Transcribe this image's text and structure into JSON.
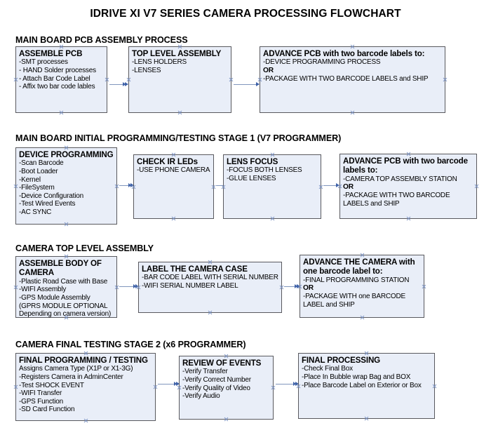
{
  "title": "IDRIVE XI V7 SERIES CAMERA PROCESSING FLOWCHART",
  "sections": [
    {
      "heading": "MAIN BOARD PCB ASSEMBLY PROCESS",
      "nodes": [
        {
          "header": "ASSEMBLE PCB",
          "lines": [
            {
              "text": "-SMT processes",
              "bold": false
            },
            {
              "text": "- HAND Solder processes",
              "bold": false
            },
            {
              "text": "- Attach Bar Code Label",
              "bold": false
            },
            {
              "text": "- Affix two bar code lables",
              "bold": false
            }
          ]
        },
        {
          "header": "TOP LEVEL ASSEMBLY",
          "lines": [
            {
              "text": "-LENS HOLDERS",
              "bold": false
            },
            {
              "text": "-LENSES",
              "bold": false
            }
          ]
        },
        {
          "header": "ADVANCE PCB with two barcode labels to:",
          "lines": [
            {
              "text": "-DEVICE PROGRAMMING PROCESS",
              "bold": false
            },
            {
              "text": "OR",
              "bold": true
            },
            {
              "text": "-PACKAGE WITH TWO BARCODE LABELS and SHIP",
              "bold": false
            }
          ]
        }
      ]
    },
    {
      "heading": "MAIN BOARD INITIAL PROGRAMMING/TESTING STAGE 1 (V7 PROGRAMMER)",
      "nodes": [
        {
          "header": "DEVICE PROGRAMMING",
          "lines": [
            {
              "text": "-Scan Barcode",
              "bold": false
            },
            {
              "text": "-Boot Loader",
              "bold": false
            },
            {
              "text": "-Kernel",
              "bold": false
            },
            {
              "text": "-FileSystem",
              "bold": false
            },
            {
              "text": "-Device Configuration",
              "bold": false
            },
            {
              "text": "-Test Wired Events",
              "bold": false
            },
            {
              "text": "-AC SYNC",
              "bold": false
            }
          ]
        },
        {
          "header": "CHECK IR LEDs",
          "lines": [
            {
              "text": "-USE PHONE CAMERA",
              "bold": false
            }
          ]
        },
        {
          "header": "LENS FOCUS",
          "lines": [
            {
              "text": "-FOCUS BOTH LENSES",
              "bold": false
            },
            {
              "text": "-GLUE LENSES",
              "bold": false
            }
          ]
        },
        {
          "header": "ADVANCE PCB with two barcode labels to:",
          "lines": [
            {
              "text": "-CAMERA TOP ASSEMBLY STATION",
              "bold": false
            },
            {
              "text": "OR",
              "bold": true
            },
            {
              "text": "-PACKAGE WITH TWO BARCODE LABELS and SHIP",
              "bold": false
            }
          ]
        }
      ]
    },
    {
      "heading": "CAMERA TOP LEVEL ASSEMBLY",
      "nodes": [
        {
          "header": "ASSEMBLE BODY OF CAMERA",
          "lines": [
            {
              "text": "-Plastic Road Case with Base",
              "bold": false
            },
            {
              "text": "-WIFI Assembly",
              "bold": false
            },
            {
              "text": "-GPS Module Assembly",
              "bold": false
            },
            {
              "text": "(GPRS MODULE OPTIONAL",
              "bold": false
            },
            {
              "text": "Depending on camera version)",
              "bold": false
            }
          ]
        },
        {
          "header": "LABEL THE CAMERA CASE",
          "lines": [
            {
              "text": "-BAR CODE LABEL WITH SERIAL NUMBER",
              "bold": false
            },
            {
              "text": "-WIFI SERIAL NUMBER LABEL",
              "bold": false
            }
          ]
        },
        {
          "header": "ADVANCE THE CAMERA with one barcode label to:",
          "lines": [
            {
              "text": "-FINAL PROGRAMMING STATION",
              "bold": false
            },
            {
              "text": "OR",
              "bold": true
            },
            {
              "text": "-PACKAGE WITH one BARCODE LABEL and SHIP",
              "bold": false
            }
          ]
        }
      ]
    },
    {
      "heading": "CAMERA FINAL TESTING STAGE 2 (x6 PROGRAMMER)",
      "nodes": [
        {
          "header": "FINAL PROGRAMMING / TESTING",
          "lines": [
            {
              "text": "Assigns Camera Type (X1P or X1-3G)",
              "bold": false
            },
            {
              "text": "-Registers Camera in AdminCenter",
              "bold": false
            },
            {
              "text": "-Test SHOCK EVENT",
              "bold": false
            },
            {
              "text": "-WIFI Transfer",
              "bold": false
            },
            {
              "text": "-GPS Function",
              "bold": false
            },
            {
              "text": "-SD Card Function",
              "bold": false
            }
          ]
        },
        {
          "header": "REVIEW OF EVENTS",
          "lines": [
            {
              "text": "-Verify Transfer",
              "bold": false
            },
            {
              "text": "-Verify Correct Number",
              "bold": false
            },
            {
              "text": "-Verify Quality of Video",
              "bold": false
            },
            {
              "text": "-Verify Audio",
              "bold": false
            }
          ]
        },
        {
          "header": "FINAL PROCESSING",
          "lines": [
            {
              "text": " -Check Final Box",
              "bold": false
            },
            {
              "text": "-Place In Bubble wrap Bag and BOX",
              "bold": false
            },
            {
              "text": "-Place Barcode Label on Exterior or Box",
              "bold": false
            }
          ]
        }
      ]
    }
  ],
  "colors": {
    "node_fill": "#e9eef8",
    "node_border": "#59595e",
    "connector": "#8096bd",
    "arrow": "#3f62a8",
    "handle": "#7f96c4"
  }
}
